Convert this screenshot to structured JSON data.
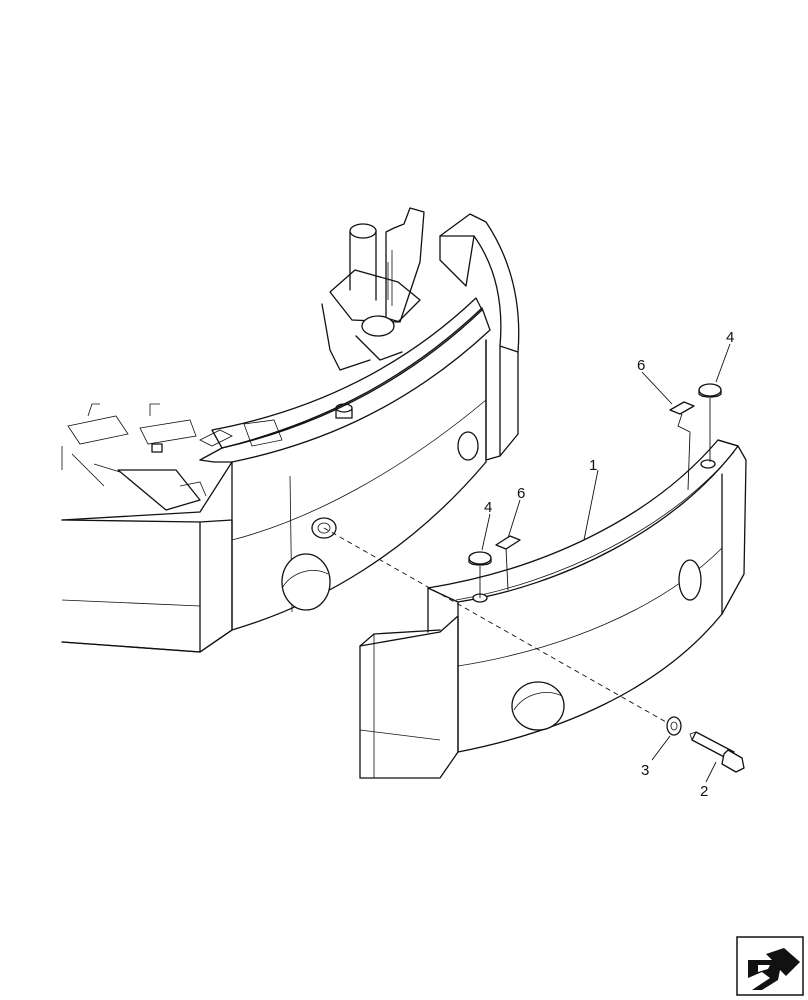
{
  "callouts": [
    {
      "id": "c1",
      "label": "1"
    },
    {
      "id": "c2",
      "label": "2"
    },
    {
      "id": "c3",
      "label": "3"
    },
    {
      "id": "c4a",
      "label": "4"
    },
    {
      "id": "c4b",
      "label": "4"
    },
    {
      "id": "c6a",
      "label": "6"
    },
    {
      "id": "c6b",
      "label": "6"
    }
  ],
  "icons": {
    "corner": "navigation-arrow-icon"
  },
  "colors": {
    "line": "#111111",
    "background": "#ffffff"
  }
}
